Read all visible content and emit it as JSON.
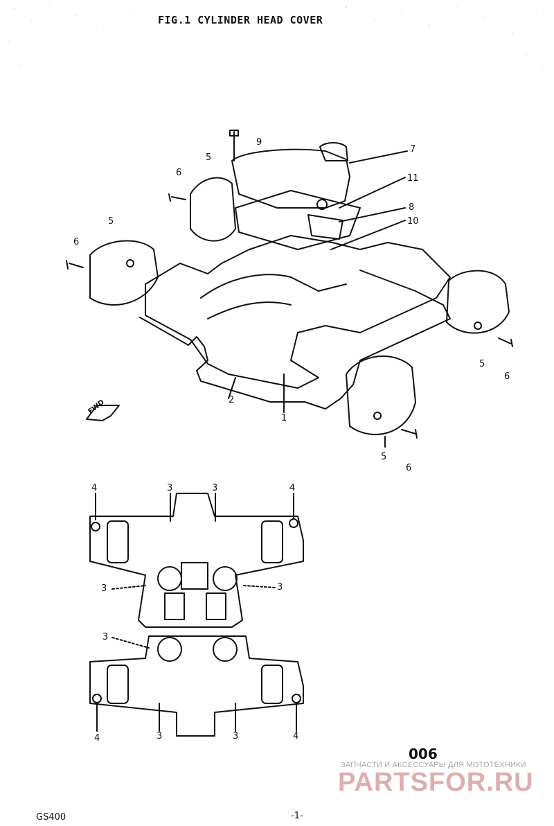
{
  "figure": {
    "title": "FIG.1  CYLINDER HEAD COVER",
    "fwd_label": "FWD",
    "code": "006",
    "model": "GS400",
    "page_number": "-1-"
  },
  "callouts": {
    "c9": "9",
    "c7": "7",
    "c11": "11",
    "c8": "8",
    "c10": "10",
    "c6a": "6",
    "c5a": "5",
    "c5b": "5",
    "c6b": "6",
    "c5c": "5",
    "c6c": "6",
    "c2": "2",
    "c1": "1",
    "c5d": "5",
    "c6d": "6"
  },
  "plan_callouts": {
    "t4a": "4",
    "t3a": "3",
    "t3b": "3",
    "t4b": "4",
    "m3a": "3",
    "m3b": "3",
    "m3c": "3",
    "b4a": "4",
    "b3a": "3",
    "b3b": "3",
    "b4b": "4"
  },
  "watermark": {
    "line1": "ЗАПЧАСТИ И АКСЕССУАРЫ ДЛЯ МОТОТЕХНИКИ",
    "brand": "PARTSFOR.RU",
    "brand_color": "#d9a0a0"
  }
}
